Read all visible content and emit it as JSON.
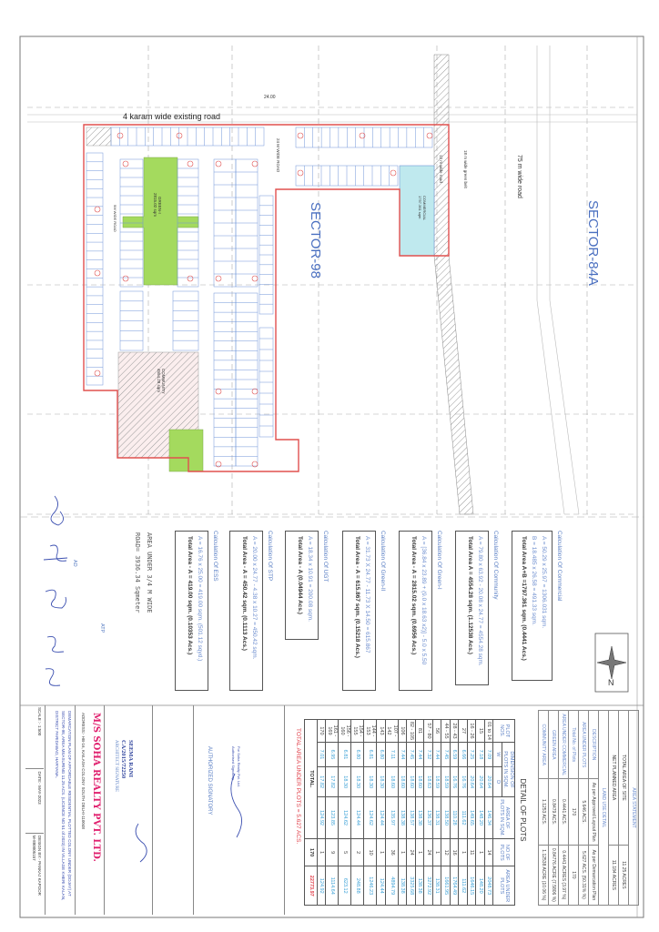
{
  "colors": {
    "boundary": "#e0504f",
    "plot_lines": "#7095d8",
    "green": "#a4da5e",
    "commercial": "#bfe9ee",
    "hatch": "#9a9a9a",
    "label_blue": "#5a7fc4",
    "company": "#e0206e",
    "total_red": "#e0404a"
  },
  "plan": {
    "existing_road": "4 karam wide existing road",
    "sector_98": "SECTOR-98",
    "sector_84a": "SECTOR-84A",
    "road_75m": "75 m wide road",
    "green_belt": "18 m wide green belt",
    "road_12m": "12 m wide road",
    "road_24m": "24 M WIDE ROAD",
    "road_9m": "9M WIDE ROAD",
    "dim_24": "24.00",
    "community": {
      "name": "COMMUNITY",
      "area": "4554.28 sqm"
    },
    "green_1": {
      "name": "GREEN-I",
      "area": "2815.02 sqm"
    },
    "commercial": {
      "name": "COMMERCIAL",
      "area": "1797.361 sqm"
    }
  },
  "calculations": [
    {
      "title": "Calculation Of Commercial",
      "lines": [
        "A = 50.29 x 25.97 = 1306.031 sqm.",
        "B = 18.485 x 26.58 = 491.33 sqm."
      ],
      "total": "Total Area  A+B =1797.361 sqm. (0.4441 Acs.)"
    },
    {
      "title": "Calculation Of Community",
      "lines": [
        "A = 79.80 x 63.92 - 20.08 x 24.77  = 4554.28 sqm."
      ],
      "total": "Total Area  A = 4554.28 sqm. (1.12538 Acs.)"
    },
    {
      "title": "Calculation Of Green-I",
      "lines": [
        "A = [36.84 x 23.89 + (9.0 x 18.63 x2)] - 5.0 x 5.50"
      ],
      "total": "Total Area - A = 2815.02 sqm. (0.6956 Acs.)"
    },
    {
      "title": "Calculation Of Green-II",
      "lines": [
        "A = 31.73 X 24.77 - 11.73 X 14.50 = 615.867"
      ],
      "total": "Total Area - A = 615.867 sqm. (0.15218 Acs.)"
    },
    {
      "title": "Calculation Of UGT",
      "lines": [
        "A = 18.34 x 10.91 = 200.08 sqm."
      ],
      "total": "Total Area - A  (0.04944 Acs.)"
    },
    {
      "title": "Calculation Of STP",
      "lines": [
        "A = 20.00 x 24.77 - 4.38 x 10.27  = 450.42 sqm."
      ],
      "total": "Total Area - A = 450.42 sqm. (0.1113 Acs.)"
    },
    {
      "title": "Calculation Of ESS",
      "lines": [
        "A = 16.76 x 25.00 = 419.00 sqm. (501.12 sqyd.)"
      ],
      "total": "Total Area - A = 419.00 sqm. (0.10353 Acs.)"
    }
  ],
  "road_note": [
    "AREA UNDER 3/4 M WIDE",
    "ROAD= 3936.34 Sqmeter"
  ],
  "signatures": [
    "ATP",
    "AD"
  ],
  "north_label": "N",
  "area_statement": {
    "title": "AREA STATEMENT",
    "site_label": "TOTAL AREA OF SITE",
    "site_value": "11.25 ACRES",
    "net_label": "NET PLANNED AREA",
    "net_value": "11.184 ACRES",
    "land_use": "LAND USE DETAIL",
    "headers": [
      "DESCRIPTION",
      "As per Approved Layout Plan",
      "As per Demarcation Plan"
    ],
    "rows": [
      [
        "AREA UNDER PLOTS",
        "5.646 ACS.",
        "5.627 ACS. (50.31% %)"
      ],
      [
        "Total No. of Plots",
        "170",
        "170"
      ],
      [
        "AREA UNDER COMMERCIAL",
        "0.4441 ACS.",
        "0.4441 ACRES (3.97 %)"
      ],
      [
        "GREEN AREA",
        "0.8479 ACS.",
        "0.84776 ACRE (7.5806 %)"
      ],
      [
        "COMMUNITY AREA",
        "1.1253 ACS.",
        "1.12538 ACRE (10.06 %)"
      ]
    ]
  },
  "detail_of_plots": {
    "title": "DETAIL OF PLOTS",
    "headers": [
      "PLOT NOS.",
      "DIMENSION OF PLOTS IN SQM.",
      "AREA OF PLOTS IN SQM.",
      "NO OF PLOTS",
      "AREA UNDER PLOTS"
    ],
    "sub_headers": [
      "W",
      "D"
    ],
    "rows": [
      [
        "01 to 14",
        "7.09",
        "20.64",
        "146.34",
        "14",
        "2048.73"
      ],
      [
        "15",
        "7.18",
        "20.64",
        "148.20",
        "1",
        "148.20"
      ],
      [
        "16 - 26",
        "7.25",
        "20.64",
        "149.65",
        "11",
        "1646.15"
      ],
      [
        "27",
        "6.66",
        "16.76",
        "111.62",
        "1",
        "111.62"
      ],
      [
        "28 - 43",
        "6.59",
        "16.76",
        "110.28",
        "16",
        "1764.49"
      ],
      [
        "44 - 55",
        "7.45",
        "18.59",
        "138.50",
        "12",
        "1661.95"
      ],
      [
        "56",
        "7.44",
        "18.59",
        "138.31",
        "1",
        "138.31"
      ],
      [
        "57 - 80",
        "7.32",
        "18.63",
        "136.37",
        "24",
        "3272.92"
      ],
      [
        "81",
        "7.44",
        "18.60",
        "138.38",
        "1",
        "138.38"
      ],
      [
        "82 - 105",
        "7.45",
        "18.60",
        "138.57",
        "24",
        "3325.68"
      ],
      [
        "106",
        "7.44",
        "18.60",
        "138.38",
        "1",
        "138.38"
      ],
      [
        "107 - 142",
        "7.11",
        "18.60",
        "135.97",
        "36",
        "4894.79"
      ],
      [
        "143",
        "6.80",
        "18.30",
        "124.44",
        "1",
        "124.44"
      ],
      [
        "144 - 153",
        "6.81",
        "18.30",
        "124.62",
        "10",
        "1246.23"
      ],
      [
        "154 - 155",
        "6.80",
        "18.30",
        "124.44",
        "2",
        "248.88"
      ],
      [
        "156 - 160",
        "6.81",
        "18.30",
        "124.62",
        "5",
        "623.12"
      ],
      [
        "161 - 169",
        "6.95",
        "17.82",
        "123.85",
        "9",
        "1114.64"
      ],
      [
        "170",
        "7.01",
        "17.82",
        "124.92",
        "1",
        "124.92"
      ]
    ],
    "total_label": "TOTAL.",
    "total_plots": "170",
    "total_area": "22773.97"
  },
  "total_area_under_plots": "TOTAL AREA UNDER PLOTS = 5.627 ACS.",
  "authorized": {
    "stamp_line1": "For Soha Realty Pvt. Ltd.",
    "stamp_line2": "Authorised Signatory",
    "label": "AUTHORIZED SIGNATORY"
  },
  "architect": {
    "name": "SEEMA RANI",
    "reg": "CA/2015/72250",
    "label": "ARCHITECT SIGNATURE"
  },
  "title_block": {
    "company": "M/S SOHA REALTY PVT. LTD.",
    "address": "ADDRESS:- HB-16, KAILASH COLONY SOUTH DELHI-110048",
    "description": "DEMARCATION PLAN OF AFFORDABLE RESIDENTIAL PLOTTED COLONY UNDER (DDJAY) AT SECTOR-98, AREA MEASURING 11.25 ACS. (LICENCE NO 51 of 2023) IN VILLAGE KHERI KALAN, DISTRICT FARIDABAD, HARYANA.",
    "scale": "SCALE :- 1:500",
    "date": "DATE:- MAY-2023",
    "design_by": "DESIGN BY:- PANKAJ KAPOOR",
    "design_no": "M-880005157"
  }
}
